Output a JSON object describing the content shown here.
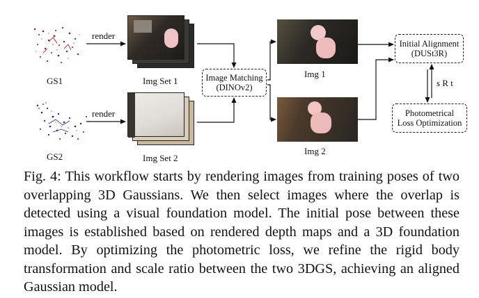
{
  "figure": {
    "gs1_label": "GS1",
    "gs2_label": "GS2",
    "render_top": "render",
    "render_bottom": "render",
    "imgset1_label": "Img Set 1",
    "imgset2_label": "Img Set 2",
    "matching_line1": "Image Matching",
    "matching_line2": "(DINOv2)",
    "img1_label": "Img 1",
    "img2_label": "Img 2",
    "alignment_line1": "Initial Alignment",
    "alignment_line2": "(DUSt3R)",
    "srt_label": "s R t",
    "photo_line1": "Photometrical",
    "photo_line2": "Loss Optimization"
  },
  "caption": "Fig. 4: This workflow starts by rendering images from training poses of two overlapping 3D Gaussians. We then select images where the overlap is detected using a visual foundation model. The initial pose between these images is established based on rendered depth maps and a 3D foundation model. By optimizing the photometric loss, we refine the rigid body transformation and scale ratio between the two 3DGS, achieving an aligned Gaussian model."
}
